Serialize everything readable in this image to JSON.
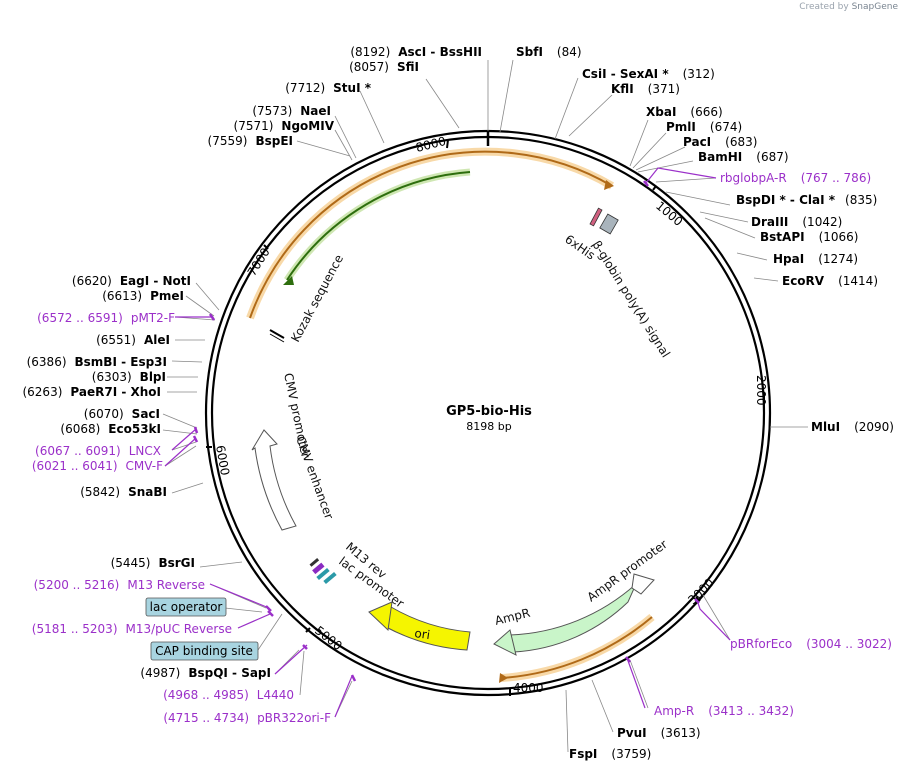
{
  "credit": {
    "created_by": "Created by",
    "brand": "SnapGene"
  },
  "plasmid": {
    "name": "GP5-bio-His",
    "size": "8198 bp"
  },
  "ticks": [
    {
      "label": "1000"
    },
    {
      "label": "2000"
    },
    {
      "label": "3000"
    },
    {
      "label": "4000"
    },
    {
      "label": "5000"
    },
    {
      "label": "6000"
    },
    {
      "label": "7000"
    },
    {
      "label": "8000"
    }
  ],
  "enzymes_right": [
    {
      "name": "SbfI",
      "pos": "(84)"
    },
    {
      "name": "CsiI  -  SexAI *",
      "pos": "(312)"
    },
    {
      "name": "KflI",
      "pos": "(371)"
    },
    {
      "name": "XbaI",
      "pos": "(666)"
    },
    {
      "name": "PmlI",
      "pos": "(674)"
    },
    {
      "name": "PacI",
      "pos": "(683)"
    },
    {
      "name": "BamHI",
      "pos": "(687)"
    },
    {
      "name": "BspDI *  -  ClaI *",
      "pos": "(835)"
    },
    {
      "name": "DraIII",
      "pos": "(1042)"
    },
    {
      "name": "BstAPI",
      "pos": "(1066)"
    },
    {
      "name": "HpaI",
      "pos": "(1274)"
    },
    {
      "name": "EcoRV",
      "pos": "(1414)"
    },
    {
      "name": "MluI",
      "pos": "(2090)"
    },
    {
      "name": "PvuI",
      "pos": "(3613)"
    },
    {
      "name": "FspI",
      "pos": "(3759)"
    }
  ],
  "enzymes_left": [
    {
      "name": "AscI  -  BssHII",
      "pos": "(8192)"
    },
    {
      "name": "SfiI",
      "pos": "(8057)"
    },
    {
      "name": "StuI *",
      "pos": "(7712)"
    },
    {
      "name": "NaeI",
      "pos": "(7573)"
    },
    {
      "name": "NgoMIV",
      "pos": "(7571)"
    },
    {
      "name": "BspEI",
      "pos": "(7559)"
    },
    {
      "name": "EagI  -  NotI",
      "pos": "(6620)"
    },
    {
      "name": "PmeI",
      "pos": "(6613)"
    },
    {
      "name": "AleI",
      "pos": "(6551)"
    },
    {
      "name": "BsmBI  -  Esp3I",
      "pos": "(6386)"
    },
    {
      "name": "BlpI",
      "pos": "(6303)"
    },
    {
      "name": "PaeR7I  -  XhoI",
      "pos": "(6263)"
    },
    {
      "name": "SacI",
      "pos": "(6070)"
    },
    {
      "name": "Eco53kI",
      "pos": "(6068)"
    },
    {
      "name": "SnaBI",
      "pos": "(5842)"
    },
    {
      "name": "BsrGI",
      "pos": "(5445)"
    },
    {
      "name": "BspQI  -  SapI",
      "pos": "(4987)"
    }
  ],
  "primers": [
    {
      "name": "rbglobpA-R",
      "range": "(767 .. 786)"
    },
    {
      "name": "pBRforEco",
      "range": "(3004 .. 3022)"
    },
    {
      "name": "Amp-R",
      "range": "(3413 .. 3432)"
    },
    {
      "name": "pMT2-F",
      "range": "(6572 .. 6591)"
    },
    {
      "name": "LNCX",
      "range": "(6067 .. 6091)"
    },
    {
      "name": "CMV-F",
      "range": "(6021 .. 6041)"
    },
    {
      "name": "M13 Reverse",
      "range": "(5200 .. 5216)"
    },
    {
      "name": "M13/pUC Reverse",
      "range": "(5181 .. 5203)"
    },
    {
      "name": "L4440",
      "range": "(4968 .. 4985)"
    },
    {
      "name": "pBR322ori-F",
      "range": "(4715 .. 4734)"
    }
  ],
  "boxed_features": [
    {
      "label": "lac operator"
    },
    {
      "label": "CAP binding site"
    }
  ],
  "features": {
    "his": "6xHis",
    "globin": "β-globin poly(A) signal",
    "kozak": "Kozak sequence",
    "cmv_promoter": "CMV promoter",
    "cmv_enhancer": "CMV enhancer",
    "m13rev": "M13 rev",
    "lac_promoter": "lac promoter",
    "ori": "ori",
    "ampr": "AmpR",
    "ampr_promoter": "AmpR promoter"
  },
  "colors": {
    "backbone": "#000000",
    "primer": "#9b30c9",
    "ori": "#f5f500",
    "ampr": "#c9f5c9",
    "orange_arc": "#f0a030",
    "green_arc": "#5a9a20",
    "box_fill": "#a8d4e0"
  }
}
